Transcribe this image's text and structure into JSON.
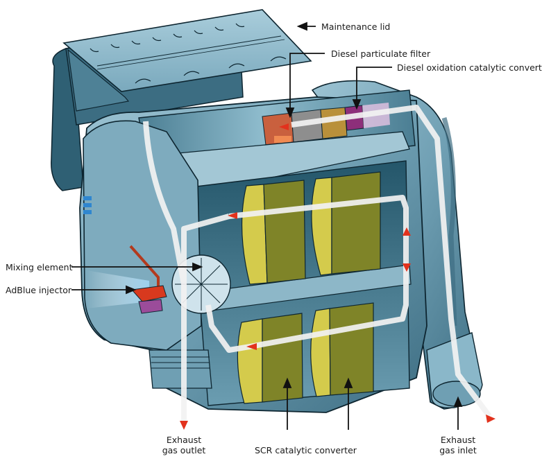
{
  "diagram": {
    "subject": "SCR exhaust aftertreatment module cutaway",
    "labels": {
      "maintenance_lid": "Maintenance lid",
      "diesel_particulate_filter": "Diesel particulate filter",
      "diesel_oxidation_catalytic_converter": "Diesel oxidation catalytic converter",
      "mixing_element": "Mixing element",
      "adblue_injector": "AdBlue injector",
      "exhaust_gas_outlet_line1": "Exhaust",
      "exhaust_gas_outlet_line2": "gas outlet",
      "scr_catalytic_converter": "SCR catalytic converter",
      "exhaust_gas_inlet_line1": "Exhaust",
      "exhaust_gas_inlet_line2": "gas inlet"
    },
    "colors": {
      "housing": "#5f8fa3",
      "housing_light": "#9cc3d3",
      "housing_dark": "#2f5f74",
      "interior_dark": "#1d4a5c",
      "scr_face": "#d4cb4c",
      "scr_body": "#7f8428",
      "dpf": "#c9603e",
      "dpf_mid": "#8e8e8e",
      "dpf_gold": "#b9903a",
      "doc": "#8d2f7a",
      "flow_path": "#f2f2f2",
      "flow_arrow": "#e2321d",
      "adblue_spray": "#bfe3f7",
      "injector": "#d8391e",
      "callout_line": "#111111"
    }
  }
}
